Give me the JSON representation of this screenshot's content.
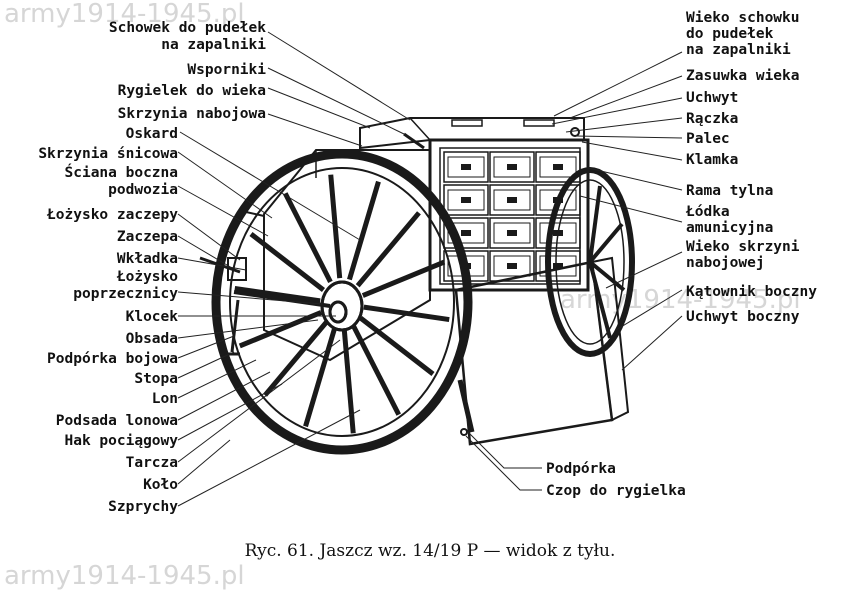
{
  "caption": "Ryc. 61. Jaszcz wz. 14/19 P — widok z tyłu.",
  "watermarks": [
    "army1914-1945.pl",
    "army1914-1945.pl",
    "army1914-1945.pl"
  ],
  "labels_left": [
    [
      "Schowek do pudełek",
      "na zapalniki"
    ],
    [
      "Wsporniki"
    ],
    [
      "Rygielek do wieka"
    ],
    [
      "Skrzynia nabojowa"
    ],
    [
      "Oskard"
    ],
    [
      "Skrzynia śnicowa"
    ],
    [
      "Ściana boczna",
      "podwozia"
    ],
    [
      "Łożysko zaczepy"
    ],
    [
      "Zaczepa"
    ],
    [
      "Wkładka"
    ],
    [
      "Łożysko",
      "poprzecznicy"
    ],
    [
      "Klocek"
    ],
    [
      "Obsada"
    ],
    [
      "Podpórka bojowa"
    ],
    [
      "Stopa"
    ],
    [
      "Lon"
    ],
    [
      "Podsada lonowa"
    ],
    [
      "Hak pociągowy"
    ],
    [
      "Tarcza"
    ],
    [
      "Koło"
    ],
    [
      "Szprychy"
    ]
  ],
  "labels_right": [
    [
      "Wieko schowku",
      "do pudełek",
      "na zapalniki"
    ],
    [
      "Zasuwka wieka"
    ],
    [
      "Uchwyt"
    ],
    [
      "Rączka"
    ],
    [
      "Palec"
    ],
    [
      "Klamka"
    ],
    [
      "Rama tylna"
    ],
    [
      "Łódka",
      "amunicyjna"
    ],
    [
      "Wieko skrzyni",
      "nabojowej"
    ],
    [
      "Kątownik boczny"
    ],
    [
      "Uchwyt boczny"
    ]
  ],
  "labels_bottom": [
    [
      "Podpórka"
    ],
    [
      "Czop do rygielka"
    ]
  ]
}
